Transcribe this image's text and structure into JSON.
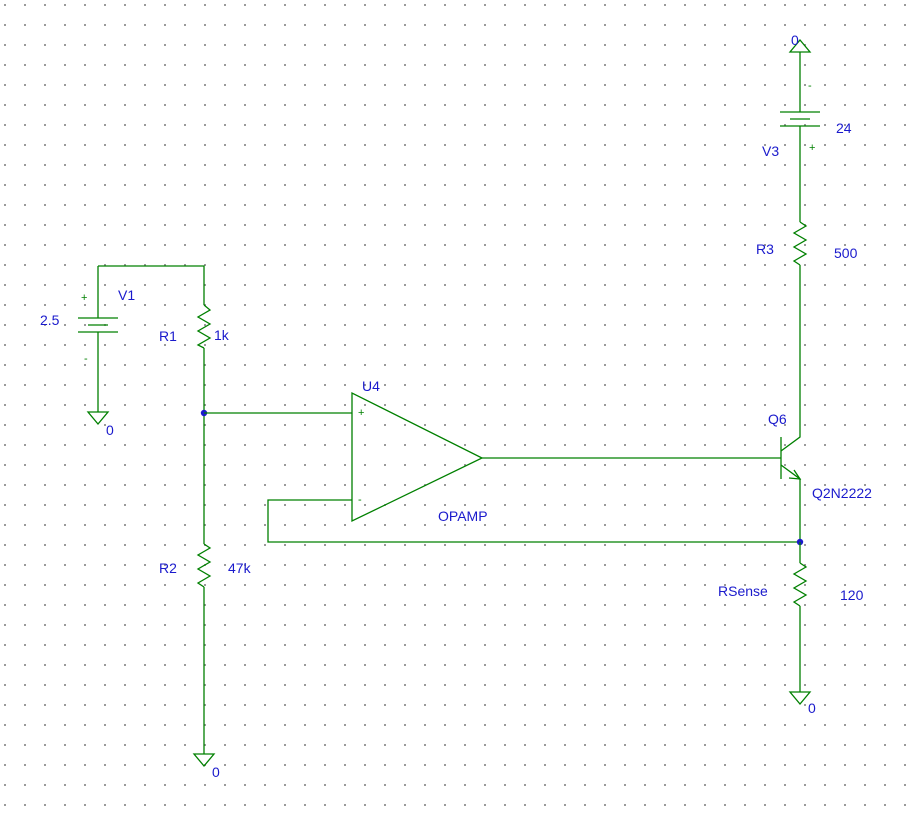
{
  "colors": {
    "wire": "#008000",
    "label": "#1a1acc",
    "grid_dot": "#8a8a8a",
    "background": "#ffffff"
  },
  "components": {
    "V1": {
      "ref": "V1",
      "value": "2.5",
      "plus": "+",
      "minus": "-"
    },
    "V3": {
      "ref": "V3",
      "value": "24",
      "plus": "+",
      "minus": "-"
    },
    "R1": {
      "ref": "R1",
      "value": "1k"
    },
    "R2": {
      "ref": "R2",
      "value": "47k"
    },
    "R3": {
      "ref": "R3",
      "value": "500"
    },
    "RSense": {
      "ref": "RSense",
      "value": "120"
    },
    "U4": {
      "ref": "U4",
      "model": "OPAMP",
      "plus": "+",
      "minus": "-"
    },
    "Q6": {
      "ref": "Q6",
      "model": "Q2N2222"
    }
  },
  "grounds": {
    "v1_gnd": "0",
    "r2_gnd": "0",
    "rsense_gnd": "0",
    "v3_gnd": "0"
  }
}
